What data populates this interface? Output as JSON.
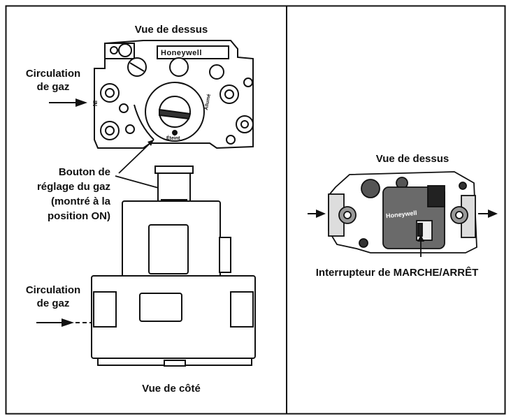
{
  "left_panel": {
    "top_view_title": "Vue de dessus",
    "side_view_title": "Vue de côté",
    "gas_flow_top": [
      "Circulation",
      "de gaz"
    ],
    "gas_flow_side": [
      "Circulation",
      "de gaz"
    ],
    "knob_label": [
      "Bouton de",
      "réglage du gaz",
      "(montré à la",
      "position ON)"
    ],
    "brand": "Honeywell",
    "knob_marks": {
      "on": "Allumé",
      "off": "Éteint",
      "inlet": "IN"
    }
  },
  "right_panel": {
    "top_view_title": "Vue de dessus",
    "switch_label": "Interrupteur de MARCHE/ARRÊT",
    "brand": "Honeywell"
  },
  "colors": {
    "ink": "#111111",
    "paper": "#ffffff",
    "valve_dark": "#3a3a3a",
    "valve_mid": "#8a8a8a"
  }
}
